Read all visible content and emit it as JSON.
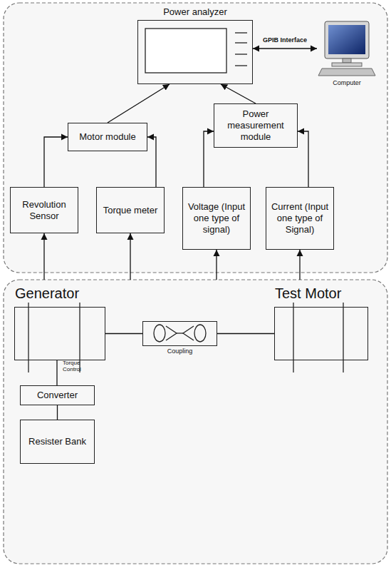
{
  "diagram": {
    "nodes": [
      {
        "text": [
          "Power analyzer"
        ]
      },
      {
        "text": [
          "Computer"
        ]
      },
      {
        "text": [
          "Motor module"
        ]
      },
      {
        "text": [
          "Power measurement module"
        ]
      },
      {
        "text": [
          "Revolution Sensor"
        ]
      },
      {
        "text": [
          "Torque meter"
        ]
      },
      {
        "text": [
          "Voltage (Input one type of signal)"
        ]
      },
      {
        "text": [
          "Current (Input one type of Signal)"
        ]
      },
      {
        "text": [
          "Generator"
        ]
      },
      {
        "text": [
          "Test Motor"
        ]
      },
      {
        "text": [
          "Coupling"
        ]
      },
      {
        "text": [
          "Converter"
        ]
      },
      {
        "text": [
          "Resister Bank"
        ]
      }
    ],
    "edges": [
      {
        "from": 0,
        "to": 1,
        "label": "GPIB Interface",
        "arrow": "both"
      },
      {
        "from": 2,
        "to": 0,
        "arrow": "to"
      },
      {
        "from": 3,
        "to": 0,
        "arrow": "to"
      },
      {
        "from": 4,
        "to": 2,
        "arrow": "to"
      },
      {
        "from": 5,
        "to": 2,
        "arrow": "to"
      },
      {
        "from": 6,
        "to": 3,
        "arrow": "to"
      },
      {
        "from": 7,
        "to": 3,
        "arrow": "to"
      },
      {
        "from": 8,
        "to": 10,
        "arrow": "none"
      },
      {
        "from": 10,
        "to": 9,
        "arrow": "none"
      },
      {
        "from": 8,
        "to": 11,
        "arrow": "none"
      },
      {
        "from": 11,
        "to": 12,
        "arrow": "none"
      }
    ],
    "labels": [
      "Torque Control"
    ]
  }
}
